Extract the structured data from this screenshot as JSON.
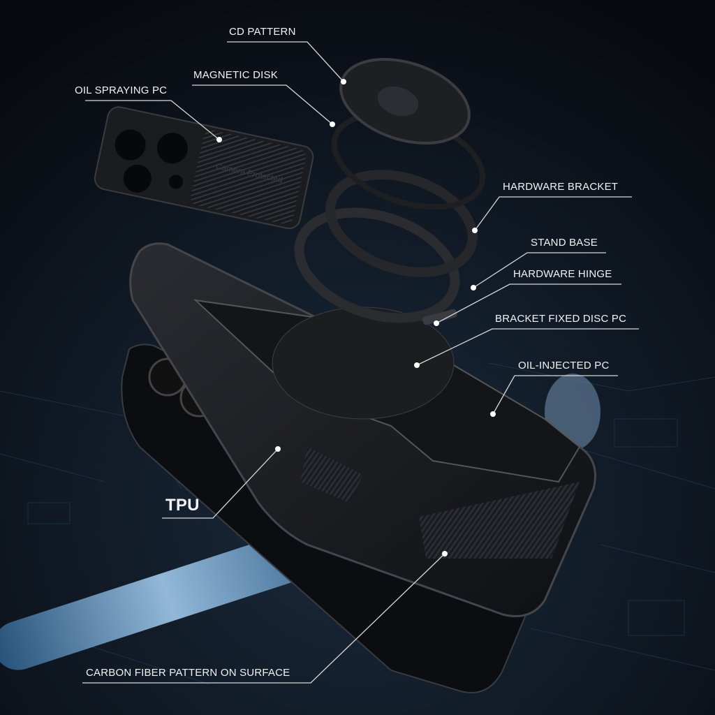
{
  "colors": {
    "background": "#0a0d14",
    "label": "#f2f2f2",
    "accent_glow": "#6fa8d8",
    "case": "#1a1b1f"
  },
  "camera_slider_text": "Camera Protected",
  "labels": [
    {
      "id": "cd-pattern",
      "text": "CD PATTERN"
    },
    {
      "id": "magnetic-disk",
      "text": "MAGNETIC DISK"
    },
    {
      "id": "oil-spraying-pc",
      "text": "OIL SPRAYING PC"
    },
    {
      "id": "hardware-bracket",
      "text": "HARDWARE BRACKET"
    },
    {
      "id": "stand-base",
      "text": "STAND BASE"
    },
    {
      "id": "hardware-hinge",
      "text": "HARDWARE HINGE"
    },
    {
      "id": "bracket-fixed-disc-pc",
      "text": "BRACKET FIXED DISC PC"
    },
    {
      "id": "oil-injected-pc",
      "text": "OIL-INJECTED PC"
    },
    {
      "id": "tpu",
      "text": "TPU"
    },
    {
      "id": "carbon-fiber",
      "text": "CARBON FIBER PATTERN ON SURFACE"
    }
  ]
}
